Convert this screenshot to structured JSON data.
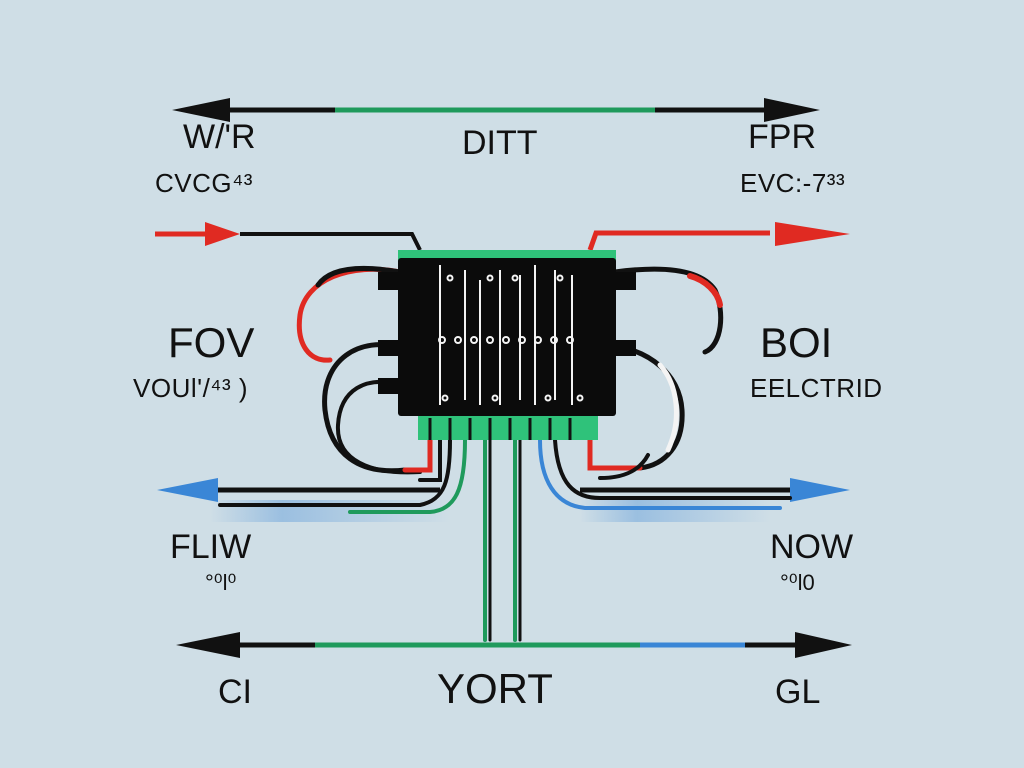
{
  "labels": {
    "top_left": "W/'R",
    "top_left_sub": "CVCG⁴³",
    "top_center": "DITT",
    "top_right": "FPR",
    "top_right_sub": "EVC:-7³³",
    "mid_left": "FOV",
    "mid_left_sub": "VOUl'/⁴³ )",
    "mid_right": "BOI",
    "mid_right_sub": "EELCTRID",
    "low_left": "FLIW",
    "low_left_sub": "°⁰l⁰",
    "low_right": "NOW",
    "low_right_sub": "°⁰l0",
    "bottom_left": "CI",
    "bottom_center": "YORT",
    "bottom_right": "GL"
  },
  "colors": {
    "background": "#cfdee6",
    "black": "#111111",
    "red": "#e02a22",
    "green": "#1f9a5c",
    "blue": "#3a86d6",
    "module_green": "#2fc27a",
    "white_wire": "#f4f4f4"
  }
}
